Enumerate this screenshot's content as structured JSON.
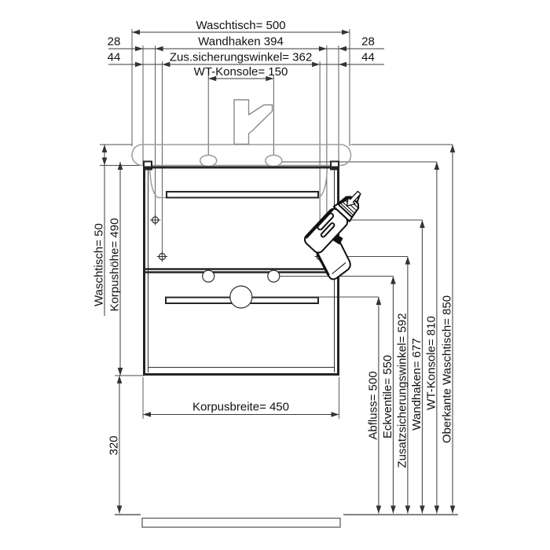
{
  "drawing_type": "vanity-unit-installation-dimension-drawing",
  "colors": {
    "line": "#3a3a3a",
    "cabinet": "#242424",
    "basin_outline": "#9b9b9b",
    "background": "#ffffff"
  },
  "top_dimensions": {
    "waschtisch_width": "Waschtisch= 500",
    "wandhaken_width": "Wandhaken 394",
    "wandhaken_offset_left": "28",
    "wandhaken_offset_right": "28",
    "sicherungswinkel_width": "Zus.sicherungswinkel= 362",
    "sicherungswinkel_offset_left": "44",
    "sicherungswinkel_offset_right": "44",
    "konsole_width": "WT-Konsole= 150"
  },
  "left_dimensions": {
    "waschtisch_height": "Waschtisch= 50",
    "korpus_height": "Korpushöhe= 490",
    "floor_clearance": "320"
  },
  "bottom_dimensions": {
    "korpus_width": "Korpusbreite= 450"
  },
  "right_dimensions": {
    "abfluss": "Abfluss= 500",
    "eckventile": "Eckventile= 550",
    "zusatzsicherungswinkel": "Zusatzsicherungswinkel= 592",
    "wandhaken": "Wandhaken= 677",
    "wt_konsole": "WT-Konsole= 810",
    "oberkante_waschtisch": "Oberkante Waschtisch= 850"
  },
  "icons": {
    "drill": "power-drill-icon",
    "drill_direction": "drill-direction-arrow-icon",
    "faucet": "faucet-icon",
    "mount_point": "crosshair-mount-point-icon"
  }
}
